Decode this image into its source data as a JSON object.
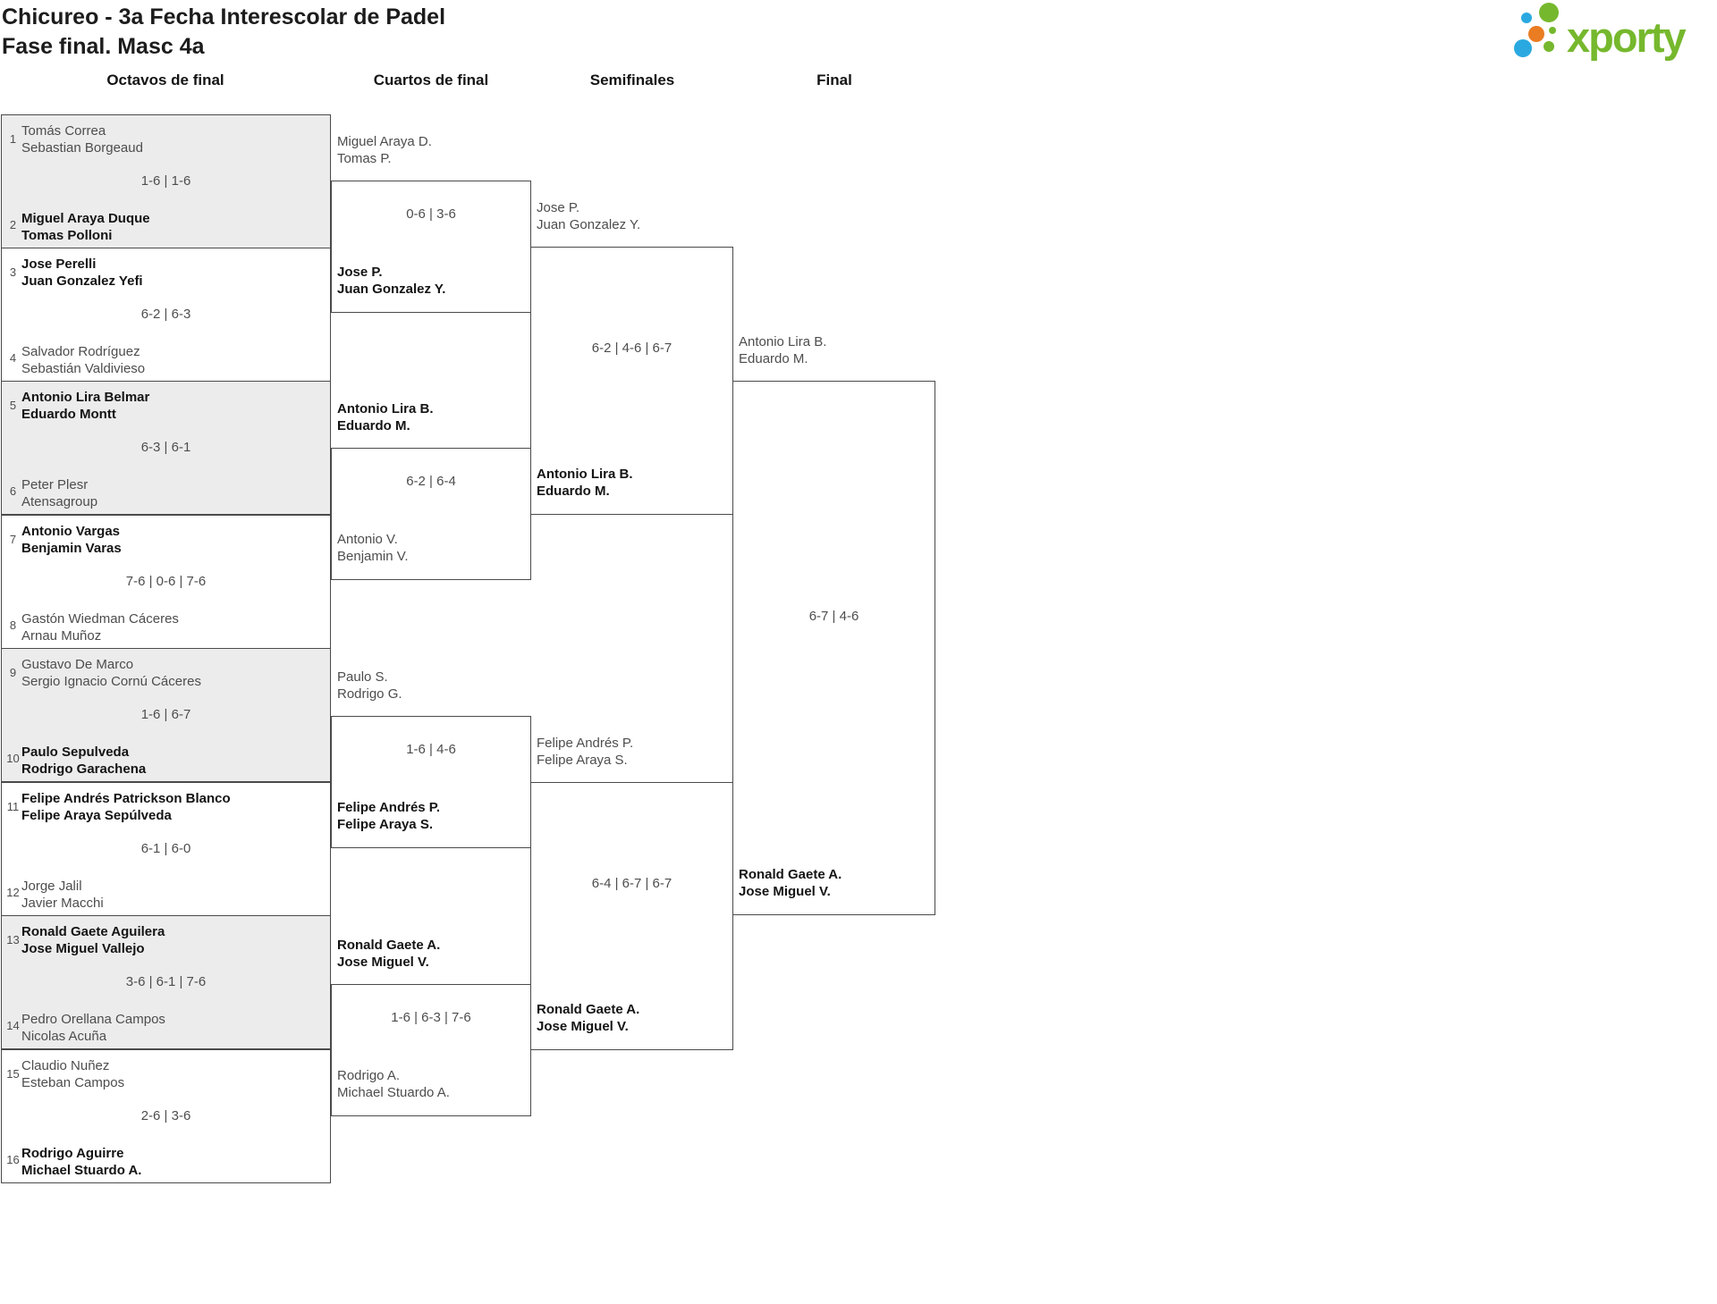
{
  "header": {
    "title": "Chicureo - 3a Fecha Interescolar de Padel",
    "subtitle": "Fase final. Masc 4a"
  },
  "logo": {
    "text": "xporty",
    "colors": {
      "green": "#76b82d",
      "blue": "#2aa9e0",
      "orange": "#ea7c22"
    }
  },
  "ui_colors": {
    "line": "#4a4a4a",
    "shaded_row_bg": "#ececec",
    "text": "#4d4d4d",
    "winner_text": "#141414"
  },
  "rounds": [
    "Octavos de final",
    "Cuartos de final",
    "Semifinales",
    "Final"
  ],
  "bracket": {
    "r16": [
      {
        "seed_a": "1",
        "team_a": [
          "Tomás Correa",
          "Sebastian Borgeaud"
        ],
        "score": "1-6 | 1-6",
        "seed_b": "2",
        "team_b": [
          "Miguel Araya Duque",
          "Tomas Polloni"
        ],
        "winner": "b"
      },
      {
        "seed_a": "3",
        "team_a": [
          "Jose Perelli",
          "Juan Gonzalez Yefi"
        ],
        "score": "6-2 | 6-3",
        "seed_b": "4",
        "team_b": [
          "Salvador Rodríguez",
          "Sebastián Valdivieso"
        ],
        "winner": "a"
      },
      {
        "seed_a": "5",
        "team_a": [
          "Antonio Lira Belmar",
          "Eduardo Montt"
        ],
        "score": "6-3 | 6-1",
        "seed_b": "6",
        "team_b": [
          "Peter Plesr",
          "Atensagroup"
        ],
        "winner": "a"
      },
      {
        "seed_a": "7",
        "team_a": [
          "Antonio Vargas",
          "Benjamin Varas"
        ],
        "score": "7-6 | 0-6 | 7-6",
        "seed_b": "8",
        "team_b": [
          "Gastón Wiedman Cáceres",
          "Arnau Muñoz"
        ],
        "winner": "a"
      },
      {
        "seed_a": "9",
        "team_a": [
          "Gustavo De Marco",
          "Sergio Ignacio Cornú Cáceres"
        ],
        "score": "1-6 | 6-7",
        "seed_b": "10",
        "team_b": [
          "Paulo Sepulveda",
          "Rodrigo Garachena"
        ],
        "winner": "b"
      },
      {
        "seed_a": "11",
        "team_a": [
          "Felipe Andrés Patrickson Blanco",
          "Felipe Araya Sepúlveda"
        ],
        "score": "6-1 | 6-0",
        "seed_b": "12",
        "team_b": [
          "Jorge Jalil",
          "Javier Macchi"
        ],
        "winner": "a"
      },
      {
        "seed_a": "13",
        "team_a": [
          "Ronald Gaete Aguilera",
          "Jose Miguel Vallejo"
        ],
        "score": "3-6 | 6-1 | 7-6",
        "seed_b": "14",
        "team_b": [
          "Pedro Orellana Campos",
          "Nicolas Acuña"
        ],
        "winner": "a"
      },
      {
        "seed_a": "15",
        "team_a": [
          "Claudio Nuñez",
          "Esteban Campos"
        ],
        "score": "2-6 | 3-6",
        "seed_b": "16",
        "team_b": [
          "Rodrigo Aguirre",
          "Michael Stuardo A."
        ],
        "winner": "b"
      }
    ],
    "qf": [
      {
        "team_a": [
          "Miguel Araya D.",
          "Tomas P."
        ],
        "score": "0-6 | 3-6",
        "team_b": [
          "Jose P.",
          "Juan Gonzalez Y."
        ],
        "winner": "b"
      },
      {
        "team_a": [
          "Antonio Lira B.",
          "Eduardo M."
        ],
        "score": "6-2 | 6-4",
        "team_b": [
          "Antonio V.",
          "Benjamin V."
        ],
        "winner": "a"
      },
      {
        "team_a": [
          "Paulo S.",
          "Rodrigo G."
        ],
        "score": "1-6 | 4-6",
        "team_b": [
          "Felipe Andrés P.",
          "Felipe Araya S."
        ],
        "winner": "b"
      },
      {
        "team_a": [
          "Ronald Gaete A.",
          "Jose Miguel V."
        ],
        "score": "1-6 | 6-3 | 7-6",
        "team_b": [
          "Rodrigo A.",
          "Michael Stuardo A."
        ],
        "winner": "a"
      }
    ],
    "sf": [
      {
        "team_a": [
          "Jose P.",
          "Juan Gonzalez Y."
        ],
        "score": "6-2 | 4-6 | 6-7",
        "team_b": [
          "Antonio Lira B.",
          "Eduardo M."
        ],
        "winner": "b"
      },
      {
        "team_a": [
          "Felipe Andrés P.",
          "Felipe Araya S."
        ],
        "score": "6-4 | 6-7 | 6-7",
        "team_b": [
          "Ronald Gaete A.",
          "Jose Miguel V."
        ],
        "winner": "b"
      }
    ],
    "final": {
      "team_a": [
        "Antonio Lira B.",
        "Eduardo M."
      ],
      "score": "6-7 | 4-6",
      "team_b": [
        "Ronald Gaete A.",
        "Jose Miguel V."
      ],
      "winner": "b"
    }
  }
}
